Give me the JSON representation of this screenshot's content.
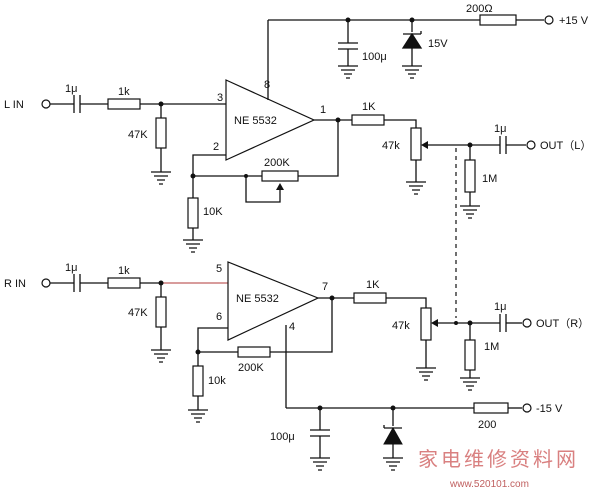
{
  "inputs": {
    "left": "L  IN",
    "right": "R  IN"
  },
  "outputs": {
    "left": "OUT（L）",
    "right": "OUT（R）"
  },
  "supplies": {
    "positive": "+15 V",
    "negative": "-15 V"
  },
  "chip": {
    "top": "NE 5532",
    "bottom": "NE 5532"
  },
  "pins": {
    "p1": "1",
    "p2": "2",
    "p3": "3",
    "p4": "4",
    "p5": "5",
    "p6": "6",
    "p7": "7",
    "p8": "8"
  },
  "components": {
    "cap_in_l": "1μ",
    "res_in_l": "1k",
    "res_bias_l": "47K",
    "res_fb_ground_l": "10K",
    "pot_fb_l": "200K",
    "res_out_l": "1K",
    "pot_out_l": "47k",
    "cap_out_l": "1μ",
    "res_load_l": "1M",
    "cap_in_r": "1μ",
    "res_in_r": "1k",
    "res_bias_r": "47K",
    "res_fb_ground_r": "10k",
    "res_fb_r": "200K",
    "res_out_r": "1K",
    "pot_out_r": "47k",
    "cap_out_r": "1μ",
    "res_load_r": "1M",
    "res_supply_pos": "200Ω",
    "cap_supply_pos": "100μ",
    "zener_pos": "15V",
    "res_supply_neg": "200",
    "cap_supply_neg": "100μ"
  },
  "watermark": {
    "text": "家电维修资料网",
    "url": "www.520101.com"
  }
}
